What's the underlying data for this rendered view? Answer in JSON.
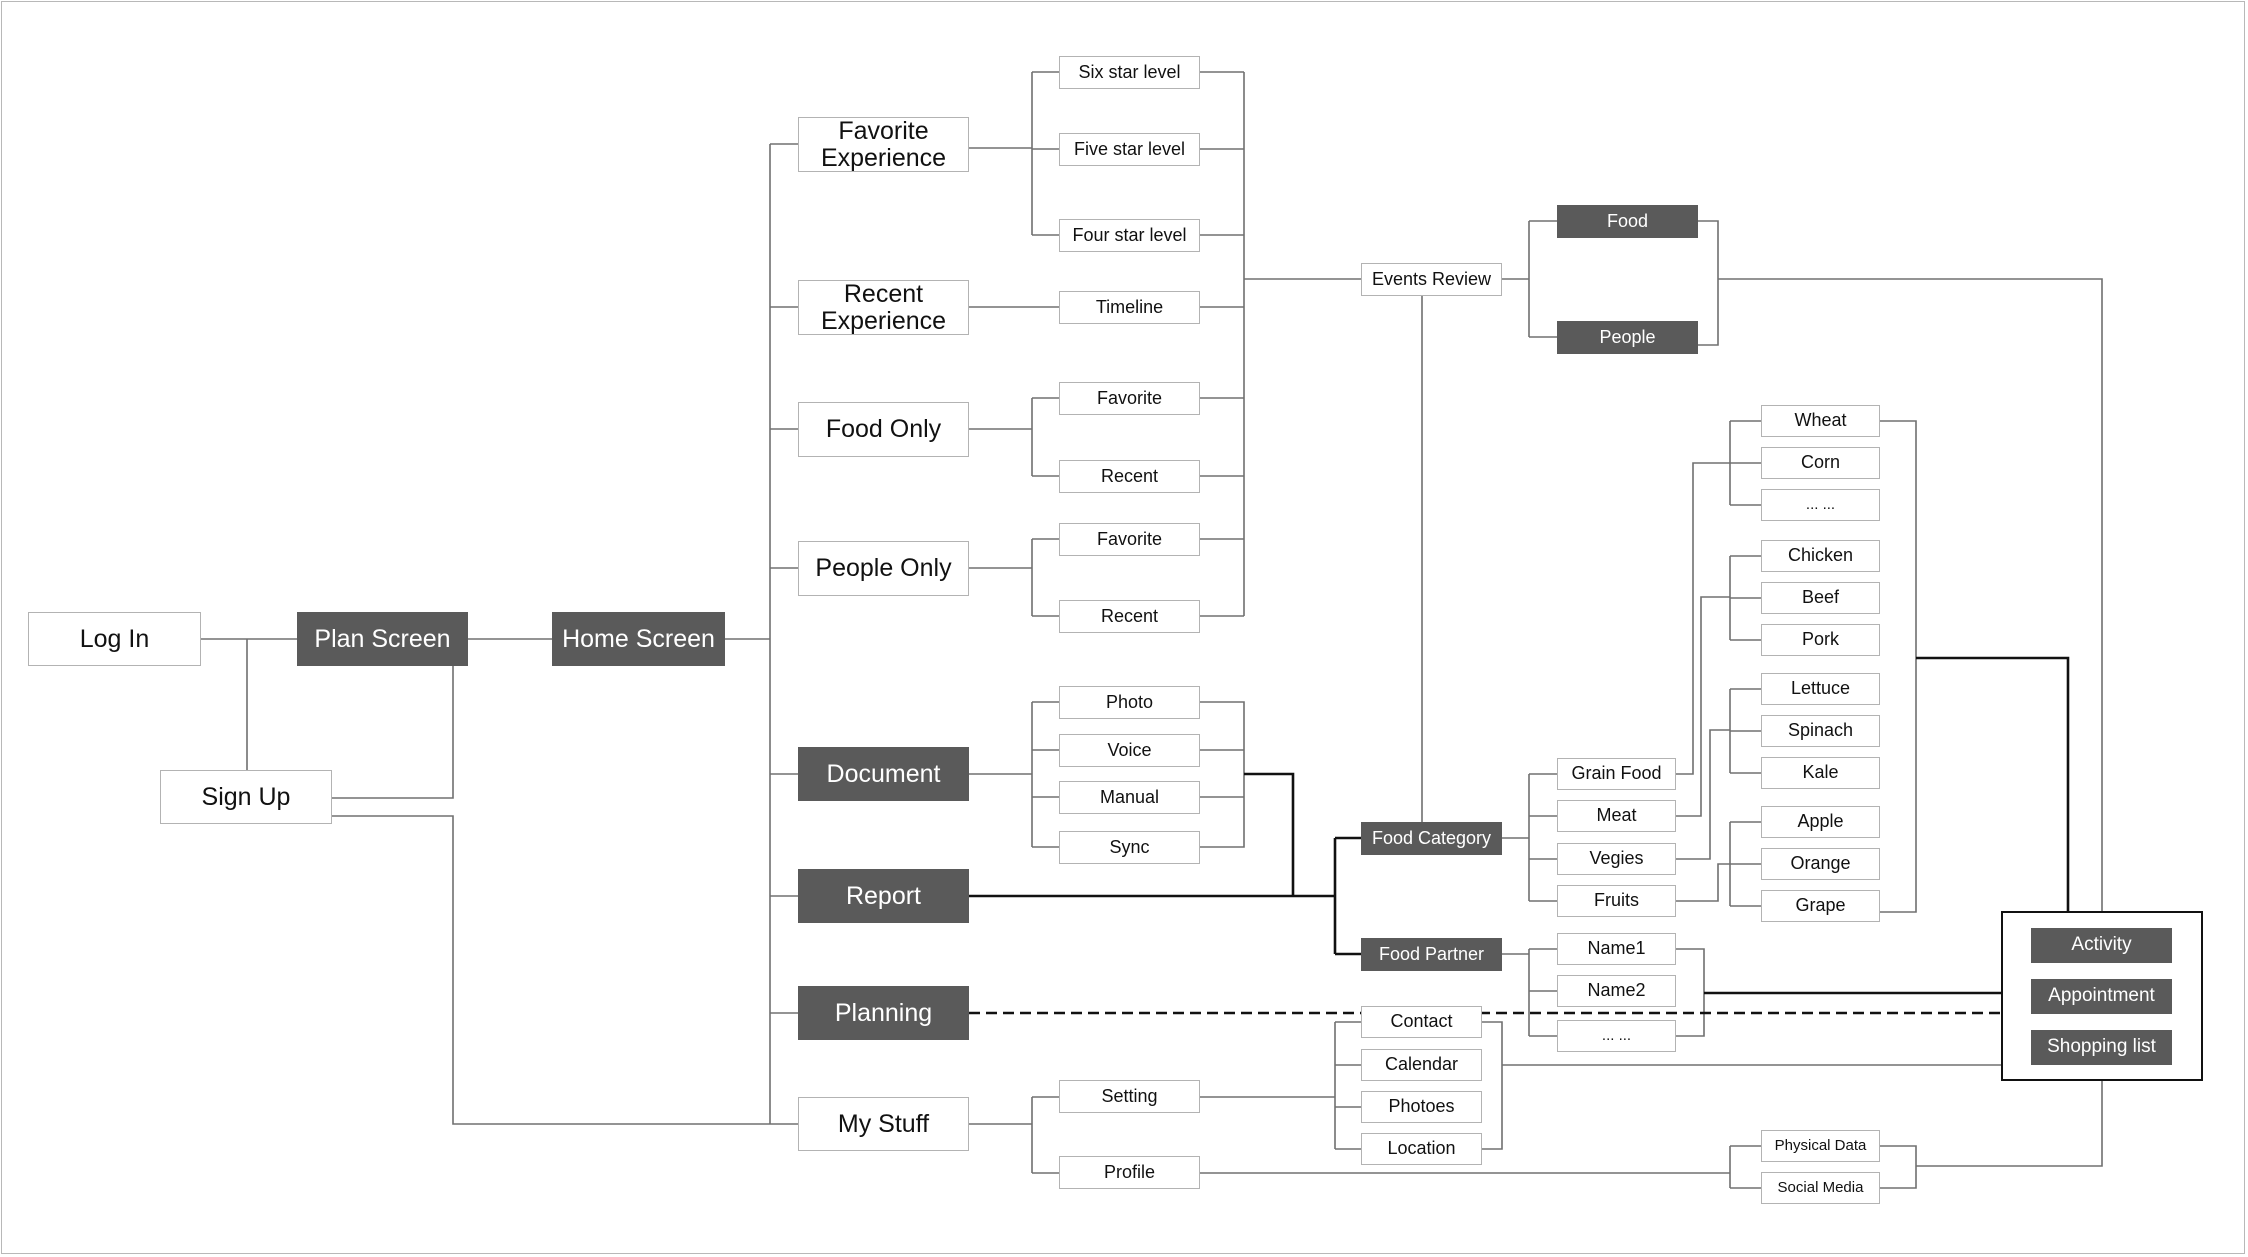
{
  "diagram": {
    "nodes": {
      "login": "Log In",
      "signup": "Sign Up",
      "plan": "Plan Screen",
      "home": "Home Screen",
      "fav_exp": "Favorite\nExperience",
      "recent_exp": "Recent\nExperience",
      "food_only": "Food Only",
      "people_only": "People Only",
      "document": "Document",
      "report": "Report",
      "planning": "Planning",
      "mystuff": "My Stuff",
      "six_star": "Six star level",
      "five_star": "Five star level",
      "four_star": "Four star level",
      "timeline": "Timeline",
      "food_favorite": "Favorite",
      "food_recent": "Recent",
      "people_favorite": "Favorite",
      "people_recent": "Recent",
      "photo": "Photo",
      "voice": "Voice",
      "manual": "Manual",
      "sync": "Sync",
      "setting": "Setting",
      "profile": "Profile",
      "events_review": "Events Review",
      "food": "Food",
      "people": "People",
      "food_category": "Food Category",
      "food_partner": "Food Partner",
      "grain_food": "Grain Food",
      "meat": "Meat",
      "vegies": "Vegies",
      "fruits": "Fruits",
      "wheat": "Wheat",
      "corn": "Corn",
      "grain_more": "... ...",
      "chicken": "Chicken",
      "beef": "Beef",
      "pork": "Pork",
      "lettuce": "Lettuce",
      "spinach": "Spinach",
      "kale": "Kale",
      "apple": "Apple",
      "orange": "Orange",
      "grape": "Grape",
      "name1": "Name1",
      "name2": "Name2",
      "name_more": "... ...",
      "contact": "Contact",
      "calendar": "Calendar",
      "photoes": "Photoes",
      "location": "Location",
      "physical_data": "Physical Data",
      "social_media": "Social Media",
      "activity": "Activity",
      "appointment": "Appointment",
      "shopping_list": "Shopping list"
    },
    "colors": {
      "dark_fill": "#5a5a5a",
      "light_border": "#b3b3b3",
      "connector": "#707070",
      "emphasis": "#111111"
    }
  }
}
